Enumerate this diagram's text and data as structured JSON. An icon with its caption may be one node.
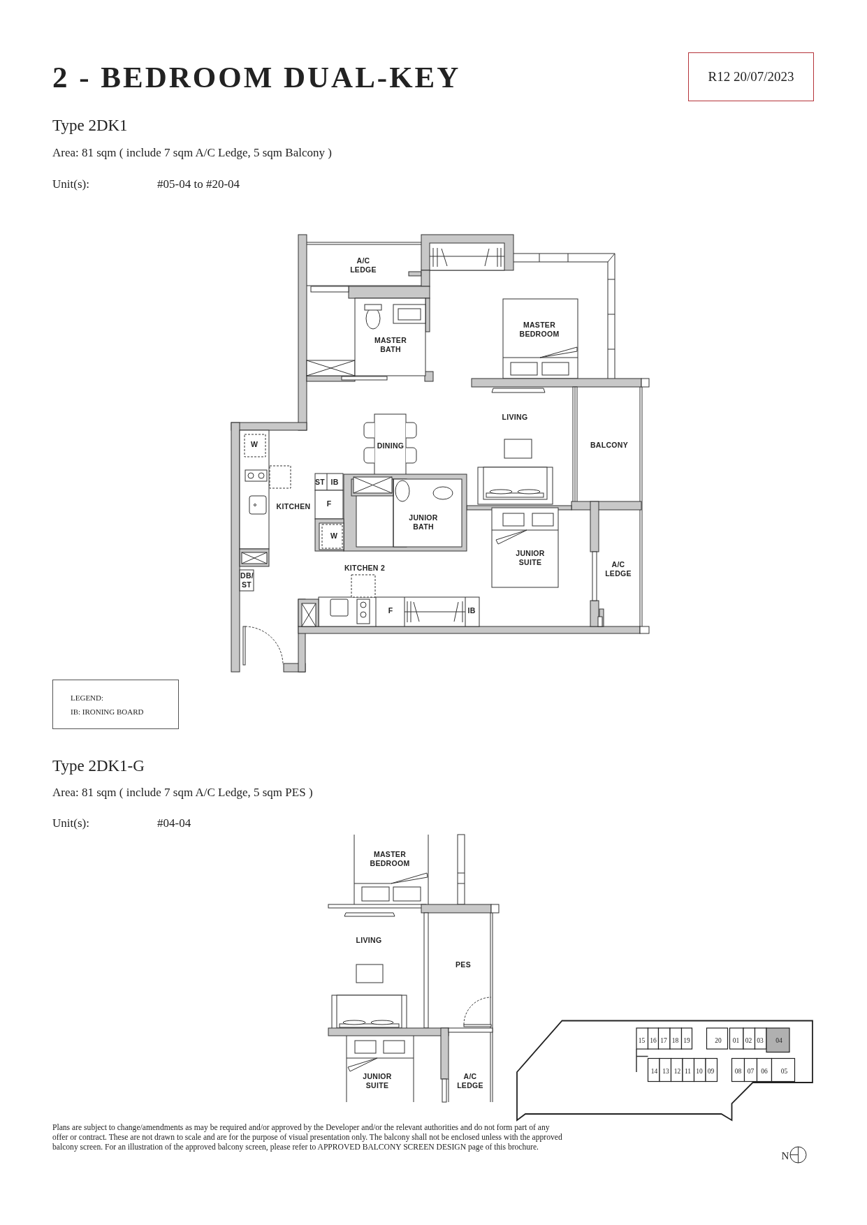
{
  "diagram": {
    "title": "2 - BEDROOM DUAL-KEY",
    "nodes": [
      {
        "text": [
          "R12 20/07/2023"
        ]
      },
      {
        "text": [
          "LEGEND:",
          "IB: IRONING BOARD"
        ]
      }
    ],
    "labels": [
      "Type 2DK1",
      "Area: 81 sqm ( include 7 sqm A/C Ledge, 5 sqm Balcony )",
      "Unit(s):",
      "#05-04 to #20-04",
      "A/C LEDGE",
      "MASTER BATH",
      "MASTER BEDROOM",
      "LIVING",
      "W",
      "DINING",
      "BALCONY",
      "ST",
      "IB",
      "F",
      "KITCHEN",
      "W",
      "JUNIOR BATH",
      "JUNIOR SUITE",
      "KITCHEN 2",
      "A/C LEDGE",
      "DB/ ST",
      "F",
      "IB",
      "Type 2DK1-G",
      "Area: 81 sqm ( include 7 sqm A/C Ledge, 5 sqm PES )",
      "Unit(s):",
      "#04-04",
      "MASTER BEDROOM",
      "LIVING",
      "PES",
      "JUNIOR SUITE",
      "A/C LEDGE",
      "Plans are subject to change/amendments as may be required and/or approved by the Developer and/or the relevant authorities and do not form part of any offer or contract. These are not drawn to scale and are for the purpose of visual presentation only. The balcony shall not be enclosed unless with the approved balcony screen. For an illustration of the approved balcony screen, please refer to APPROVED BALCONY SCREEN DESIGN page of this brochure.",
      "15",
      "16",
      "17",
      "18",
      "19",
      "20",
      "01",
      "02",
      "03",
      "04",
      "14",
      "13",
      "12",
      "11",
      "10",
      "09",
      "08",
      "07",
      "06",
      "05",
      "N"
    ]
  }
}
